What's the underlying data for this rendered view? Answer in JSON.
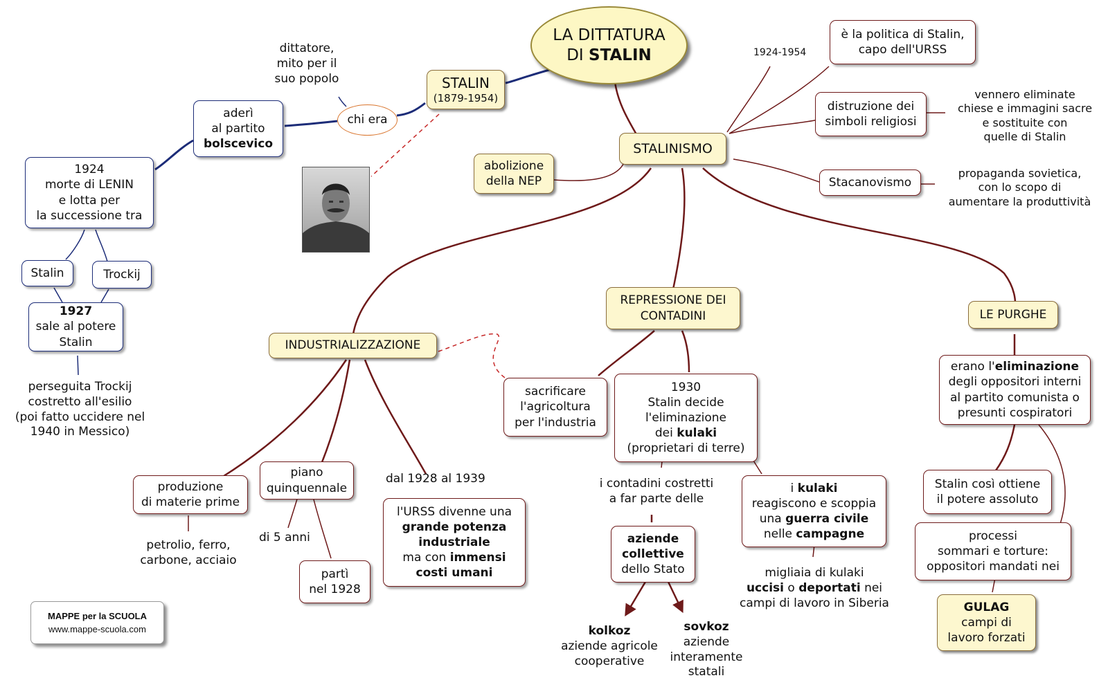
{
  "title": {
    "line1": "LA DITTATURA",
    "line2_a": "DI ",
    "line2_b": "STALIN"
  },
  "stalin_box": {
    "name": "STALIN",
    "dates": "(1879-1954)"
  },
  "chi_era": "chi era",
  "dittatore": [
    "dittatore,",
    "mito per il",
    "suo popolo"
  ],
  "aderi": {
    "l1": "aderì",
    "l2": "al partito",
    "l3": "bolscevico"
  },
  "morte_lenin": [
    "1924",
    "morte di LENIN",
    "e lotta per",
    "la successione tra"
  ],
  "stalin_label": "Stalin",
  "trockij_label": "Trockij",
  "sale_potere": {
    "year": "1927",
    "l2": "sale al potere",
    "l3": "Stalin"
  },
  "trockij_fate": [
    "perseguita Trockij",
    "costretto all'esilio",
    "(poi fatto uccidere nel",
    "1940 in Messico)"
  ],
  "photo_icon": "stalin-portrait-photo",
  "stalinismo": "STALINISMO",
  "period": "1924-1954",
  "politica": [
    "è la politica di Stalin,",
    "capo dell'URSS"
  ],
  "distruzione": [
    "distruzione dei",
    "simboli religiosi"
  ],
  "vennero": [
    "vennero eliminate",
    "chiese e immagini sacre",
    "e sostituite con",
    "quelle di Stalin"
  ],
  "stacanovismo": "Stacanovismo",
  "propaganda": [
    "propaganda sovietica,",
    "con lo scopo di",
    "aumentare la produttività"
  ],
  "abolizione": [
    "abolizione",
    "della NEP"
  ],
  "industrializzazione": "INDUSTRIALIZZAZIONE",
  "produzione": [
    "produzione",
    "di materie prime"
  ],
  "petrolio": [
    "petrolio, ferro,",
    "carbone, acciaio"
  ],
  "piano": [
    "piano",
    "quinquennale"
  ],
  "cinque_anni": "di 5 anni",
  "parti": [
    "partì",
    "nel 1928"
  ],
  "dal_1928": "dal 1928 al 1939",
  "urss": {
    "l1": "l'URSS divenne una",
    "l2": "grande potenza",
    "l3": "industriale",
    "l4a": "ma con ",
    "l4b": "immensi",
    "l5": "costi umani"
  },
  "repressione": [
    "REPRESSIONE DEI",
    "CONTADINI"
  ],
  "sacrificare": [
    "sacrificare",
    "l'agricoltura",
    "per l'industria"
  ],
  "kulaki_1930": {
    "l1": "1930",
    "l2": "Stalin decide",
    "l3": "l'eliminazione",
    "l4a": "dei ",
    "l4b": "kulaki",
    "l5": "(proprietari di terre)"
  },
  "contadini_costretti": [
    "i contadini costretti",
    "a far parte delle"
  ],
  "aziende": {
    "l1": "aziende",
    "l2": "collettive",
    "l3": "dello Stato"
  },
  "kolkoz": {
    "name": "kolkoz",
    "l2": "aziende agricole",
    "l3": "cooperative"
  },
  "sovkoz": {
    "name": "sovkoz",
    "l2": "aziende",
    "l3": "interamente",
    "l4": "statali"
  },
  "kulaki_reagiscono": {
    "l1a": "i ",
    "l1b": "kulaki",
    "l2": "reagiscono e scoppia",
    "l3a": "una ",
    "l3b": "guerra civile",
    "l4a": "nelle ",
    "l4b": "campagne"
  },
  "migliaia": {
    "l1": "migliaia di kulaki",
    "l2a": "uccisi",
    "l2b": " o ",
    "l2c": "deportati",
    "l2d": " nei",
    "l3": "campi di lavoro in Siberia"
  },
  "purghe": "LE PURGHE",
  "erano": {
    "l1a": "erano l'",
    "l1b": "eliminazione",
    "l2": "degli oppositori interni",
    "l3": "al partito comunista o",
    "l4": "presunti cospiratori"
  },
  "potere_assoluto": [
    "Stalin così ottiene",
    "il potere assoluto"
  ],
  "processi": [
    "processi",
    "sommari e torture:",
    "oppositori mandati nei"
  ],
  "gulag": {
    "name": "GULAG",
    "l2": "campi di",
    "l3": "lavoro forzati"
  },
  "logo": {
    "l1": "MAPPE per la SCUOLA",
    "l2": "www.mappe-scuola.com"
  },
  "colors": {
    "link_red": "#6e1a1a",
    "link_blue": "#1c2c78",
    "dashed_red": "#c62828",
    "yellow_fill": "#fdf7cf",
    "orange": "#d9742c"
  }
}
